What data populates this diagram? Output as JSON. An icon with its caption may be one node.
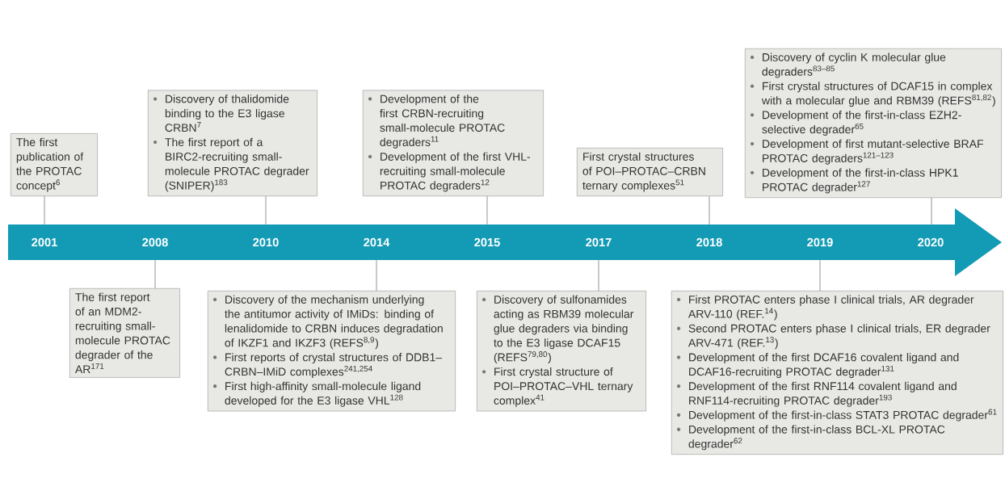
{
  "diagram": {
    "nodes": [
      {
        "text": [
          "2001",
          "2008",
          "2010",
          "2014",
          "2015",
          "2017",
          "2018",
          "2019",
          "2020"
        ]
      },
      {
        "text": [
          "The first publication of the PROTAC concept$^{6}$"
        ]
      },
      {
        "text": [
          "The first report of an MDM2-recruiting small-molecule PROTAC degrader of the AR$^{171}$"
        ]
      },
      {
        "text": [
          "Discovery of thalidomide binding to the E3 ligase CRBN$^{7}$",
          "The first report of a BIRC2-recruiting small-molecule PROTAC degrader (SNIPER)$^{183}$"
        ]
      },
      {
        "text": [
          "Discovery of the mechanism underlying the antitumor activity of IMiDs: binding of lenalidomide to CRBN induces degradation of IKZF1 and IKZF3 (REFS$^{8,9}$)",
          "First reports of crystal structures of DDB1–CRBN–IMiD complexes$^{241,254}$",
          "First high-affinity small-molecule ligand developed for the E3 ligase VHL$^{128}$"
        ]
      },
      {
        "text": [
          "Development of the first CRBN-recruiting small-molecule PROTAC degraders$^{11}$",
          "Development of the first VHL-recruiting small-molecule PROTAC degraders$^{12}$"
        ]
      },
      {
        "text": [
          "Discovery of sulfonamides acting as RBM39 molecular glue degraders via binding to the E3 ligase DCAF15 (REFS$^{79,80}$)",
          "First crystal structure of POI–PROTAC–VHL ternary complex$^{41}$"
        ]
      },
      {
        "text": [
          "First crystal structures of POI–PROTAC–CRBN ternary complexes$^{51}$"
        ]
      },
      {
        "text": [
          "First PROTAC enters phase I clinical trials, AR degrader ARV-110 (REF.$^{14}$)",
          "Second PROTAC enters phase I clinical trials, ER degrader ARV-471 (REF.$^{13}$)",
          "Development of the first DCAF16 covalent ligand and DCAF16-recruiting PROTAC degrader$^{131}$",
          "Development of the first RNF114 covalent ligand and RNF114-recruiting PROTAC degrader$^{193}$",
          "Development of the first-in-class STAT3 PROTAC degrader$^{61}$",
          "Development of the first-in-class BCL-XL PROTAC degrader$^{62}$"
        ]
      },
      {
        "text": [
          "Discovery of cyclin K molecular glue degraders$^{83–85}$",
          "First crystal structures of DCAF15 in complex with a molecular glue and RBM39 (REFS$^{81,82}$)",
          "Development of the first-in-class EZH2-selective degrader$^{65}$",
          "Development of first mutant-selective BRAF PROTAC degraders$^{121–123}$",
          "Development of the first-in-class HPK1 PROTAC degrader$^{127}$"
        ]
      }
    ],
    "edges": [
      {
        "from": 1,
        "to": 0,
        "arrow": "none"
      },
      {
        "from": 2,
        "to": 0,
        "arrow": "none"
      },
      {
        "from": 3,
        "to": 0,
        "arrow": "none"
      },
      {
        "from": 4,
        "to": 0,
        "arrow": "none"
      },
      {
        "from": 5,
        "to": 0,
        "arrow": "none"
      },
      {
        "from": 6,
        "to": 0,
        "arrow": "none"
      },
      {
        "from": 7,
        "to": 0,
        "arrow": "none"
      },
      {
        "from": 8,
        "to": 0,
        "arrow": "none"
      },
      {
        "from": 9,
        "to": 0,
        "arrow": "none"
      }
    ]
  }
}
